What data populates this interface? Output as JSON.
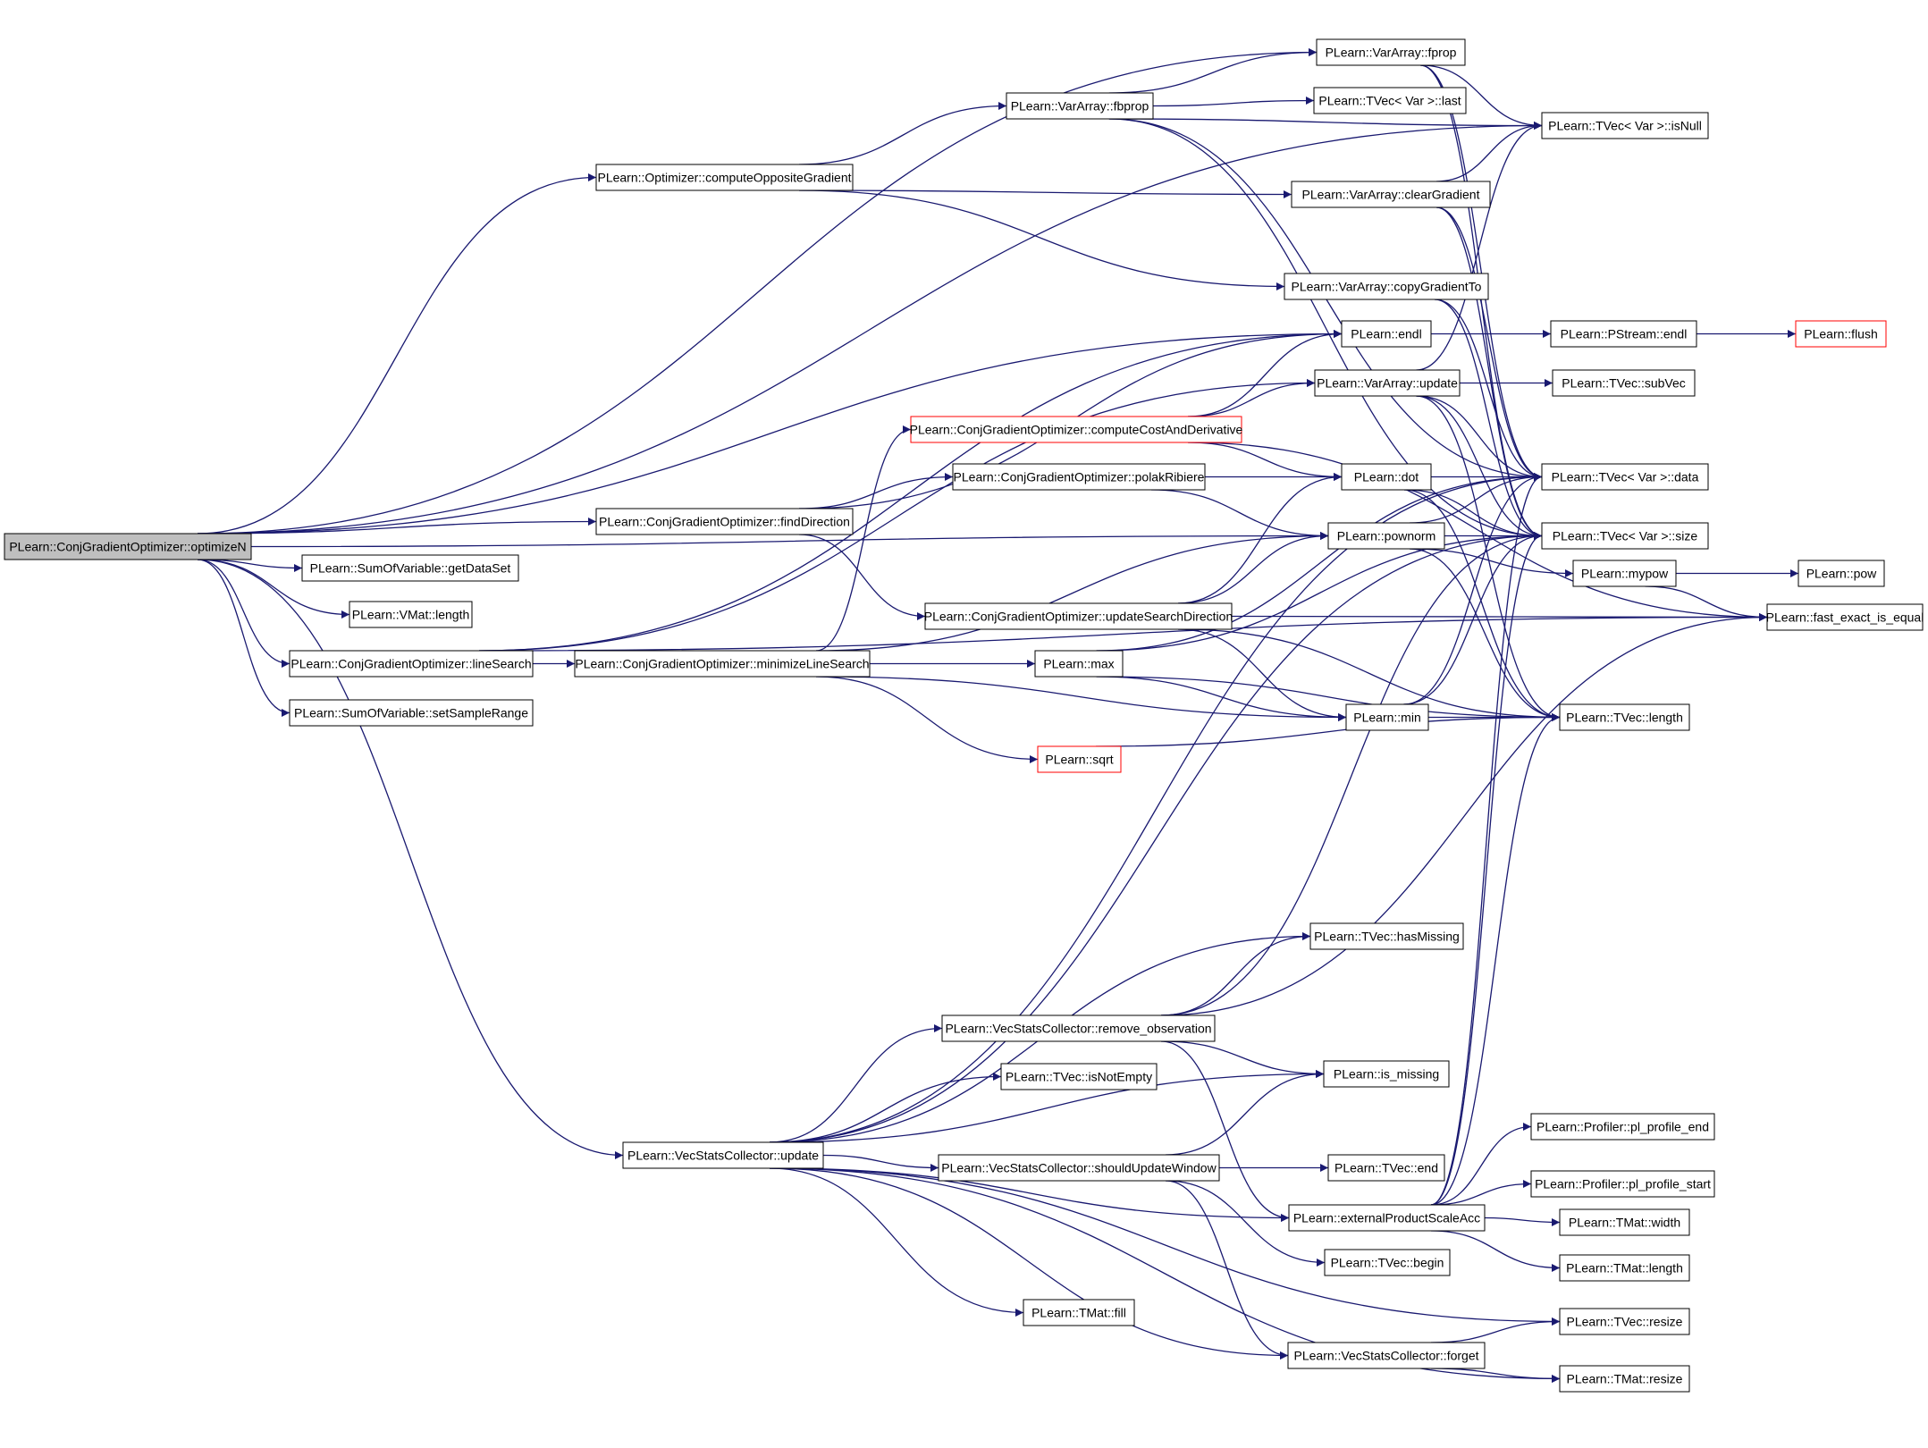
{
  "colors": {
    "edge": "#191970",
    "node_border": "#000000",
    "red_border": "#ff0000",
    "root_fill": "#bfbfbf",
    "background": "#ffffff"
  },
  "nodes": [
    {
      "id": "optimizeN",
      "label": "PLearn::ConjGradientOptimizer::optimizeN",
      "style": "root"
    },
    {
      "id": "computeOppositeGradient",
      "label": "PLearn::Optimizer::computeOppositeGradient"
    },
    {
      "id": "fbprop",
      "label": "PLearn::VarArray::fbprop"
    },
    {
      "id": "fprop",
      "label": "PLearn::VarArray::fprop"
    },
    {
      "id": "last",
      "label": "PLearn::TVec< Var >::last"
    },
    {
      "id": "isNull",
      "label": "PLearn::TVec< Var >::isNull"
    },
    {
      "id": "clearGradient",
      "label": "PLearn::VarArray::clearGradient"
    },
    {
      "id": "copyGradientTo",
      "label": "PLearn::VarArray::copyGradientTo"
    },
    {
      "id": "endl",
      "label": "PLearn::endl"
    },
    {
      "id": "pstream_endl",
      "label": "PLearn::PStream::endl"
    },
    {
      "id": "flush",
      "label": "PLearn::flush",
      "style": "red"
    },
    {
      "id": "vararray_update",
      "label": "PLearn::VarArray::update"
    },
    {
      "id": "subVec",
      "label": "PLearn::TVec::subVec"
    },
    {
      "id": "computeCostAndDerivative",
      "label": "PLearn::ConjGradientOptimizer::computeCostAndDerivative",
      "style": "red"
    },
    {
      "id": "polakRibiere",
      "label": "PLearn::ConjGradientOptimizer::polakRibiere"
    },
    {
      "id": "dot",
      "label": "PLearn::dot"
    },
    {
      "id": "data",
      "label": "PLearn::TVec< Var >::data"
    },
    {
      "id": "findDirection",
      "label": "PLearn::ConjGradientOptimizer::findDirection"
    },
    {
      "id": "pownorm",
      "label": "PLearn::pownorm"
    },
    {
      "id": "size",
      "label": "PLearn::TVec< Var >::size"
    },
    {
      "id": "getDataSet",
      "label": "PLearn::SumOfVariable::getDataSet"
    },
    {
      "id": "mypow",
      "label": "PLearn::mypow"
    },
    {
      "id": "pow",
      "label": "PLearn::pow"
    },
    {
      "id": "vmat_length",
      "label": "PLearn::VMat::length"
    },
    {
      "id": "updateSearchDirection",
      "label": "PLearn::ConjGradientOptimizer::updateSearchDirection"
    },
    {
      "id": "fast_exact_is_equal",
      "label": "PLearn::fast_exact_is_equal"
    },
    {
      "id": "lineSearch",
      "label": "PLearn::ConjGradientOptimizer::lineSearch"
    },
    {
      "id": "minimizeLineSearch",
      "label": "PLearn::ConjGradientOptimizer::minimizeLineSearch"
    },
    {
      "id": "max",
      "label": "PLearn::max"
    },
    {
      "id": "setSampleRange",
      "label": "PLearn::SumOfVariable::setSampleRange"
    },
    {
      "id": "min",
      "label": "PLearn::min"
    },
    {
      "id": "tvec_length",
      "label": "PLearn::TVec::length"
    },
    {
      "id": "sqrt",
      "label": "PLearn::sqrt",
      "style": "red"
    },
    {
      "id": "hasMissing",
      "label": "PLearn::TVec::hasMissing"
    },
    {
      "id": "remove_observation",
      "label": "PLearn::VecStatsCollector::remove_observation"
    },
    {
      "id": "isNotEmpty",
      "label": "PLearn::TVec::isNotEmpty"
    },
    {
      "id": "is_missing",
      "label": "PLearn::is_missing"
    },
    {
      "id": "pl_profile_end",
      "label": "PLearn::Profiler::pl_profile_end"
    },
    {
      "id": "vsc_update",
      "label": "PLearn::VecStatsCollector::update"
    },
    {
      "id": "shouldUpdateWindow",
      "label": "PLearn::VecStatsCollector::shouldUpdateWindow"
    },
    {
      "id": "tvec_end",
      "label": "PLearn::TVec::end"
    },
    {
      "id": "pl_profile_start",
      "label": "PLearn::Profiler::pl_profile_start"
    },
    {
      "id": "externalProductScaleAcc",
      "label": "PLearn::externalProductScaleAcc"
    },
    {
      "id": "tmat_width",
      "label": "PLearn::TMat::width"
    },
    {
      "id": "tvec_begin",
      "label": "PLearn::TVec::begin"
    },
    {
      "id": "tmat_length",
      "label": "PLearn::TMat::length"
    },
    {
      "id": "tmat_fill",
      "label": "PLearn::TMat::fill"
    },
    {
      "id": "tvec_resize",
      "label": "PLearn::TVec::resize"
    },
    {
      "id": "forget",
      "label": "PLearn::VecStatsCollector::forget"
    },
    {
      "id": "tmat_resize",
      "label": "PLearn::TMat::resize"
    }
  ],
  "edges": [
    [
      "optimizeN",
      "fprop"
    ],
    [
      "optimizeN",
      "isNull"
    ],
    [
      "optimizeN",
      "computeOppositeGradient"
    ],
    [
      "optimizeN",
      "endl"
    ],
    [
      "optimizeN",
      "pownorm"
    ],
    [
      "optimizeN",
      "findDirection"
    ],
    [
      "optimizeN",
      "getDataSet"
    ],
    [
      "optimizeN",
      "vmat_length"
    ],
    [
      "optimizeN",
      "lineSearch"
    ],
    [
      "optimizeN",
      "setSampleRange"
    ],
    [
      "optimizeN",
      "vsc_update"
    ],
    [
      "computeOppositeGradient",
      "fbprop"
    ],
    [
      "computeOppositeGradient",
      "clearGradient"
    ],
    [
      "computeOppositeGradient",
      "copyGradientTo"
    ],
    [
      "fbprop",
      "fprop"
    ],
    [
      "fbprop",
      "last"
    ],
    [
      "fbprop",
      "isNull"
    ],
    [
      "fbprop",
      "data"
    ],
    [
      "fbprop",
      "size"
    ],
    [
      "fprop",
      "isNull"
    ],
    [
      "fprop",
      "data"
    ],
    [
      "fprop",
      "size"
    ],
    [
      "clearGradient",
      "isNull"
    ],
    [
      "clearGradient",
      "data"
    ],
    [
      "clearGradient",
      "size"
    ],
    [
      "copyGradientTo",
      "data"
    ],
    [
      "copyGradientTo",
      "size"
    ],
    [
      "endl",
      "pstream_endl"
    ],
    [
      "pstream_endl",
      "flush"
    ],
    [
      "vararray_update",
      "isNull"
    ],
    [
      "vararray_update",
      "subVec"
    ],
    [
      "vararray_update",
      "data"
    ],
    [
      "vararray_update",
      "size"
    ],
    [
      "vararray_update",
      "tvec_length"
    ],
    [
      "computeCostAndDerivative",
      "endl"
    ],
    [
      "computeCostAndDerivative",
      "vararray_update"
    ],
    [
      "computeCostAndDerivative",
      "fast_exact_is_equal"
    ],
    [
      "computeCostAndDerivative",
      "dot"
    ],
    [
      "polakRibiere",
      "dot"
    ],
    [
      "polakRibiere",
      "pownorm"
    ],
    [
      "dot",
      "data"
    ],
    [
      "dot",
      "size"
    ],
    [
      "dot",
      "tvec_length"
    ],
    [
      "findDirection",
      "endl"
    ],
    [
      "findDirection",
      "polakRibiere"
    ],
    [
      "findDirection",
      "updateSearchDirection"
    ],
    [
      "pownorm",
      "data"
    ],
    [
      "pownorm",
      "size"
    ],
    [
      "pownorm",
      "mypow"
    ],
    [
      "pownorm",
      "tvec_length"
    ],
    [
      "mypow",
      "pow"
    ],
    [
      "mypow",
      "fast_exact_is_equal"
    ],
    [
      "updateSearchDirection",
      "dot"
    ],
    [
      "updateSearchDirection",
      "pownorm"
    ],
    [
      "updateSearchDirection",
      "fast_exact_is_equal"
    ],
    [
      "updateSearchDirection",
      "min"
    ],
    [
      "updateSearchDirection",
      "tvec_length"
    ],
    [
      "lineSearch",
      "endl"
    ],
    [
      "lineSearch",
      "vararray_update"
    ],
    [
      "lineSearch",
      "minimizeLineSearch"
    ],
    [
      "lineSearch",
      "fast_exact_is_equal"
    ],
    [
      "minimizeLineSearch",
      "computeCostAndDerivative"
    ],
    [
      "minimizeLineSearch",
      "pownorm"
    ],
    [
      "minimizeLineSearch",
      "max"
    ],
    [
      "minimizeLineSearch",
      "min"
    ],
    [
      "minimizeLineSearch",
      "sqrt"
    ],
    [
      "max",
      "data"
    ],
    [
      "max",
      "size"
    ],
    [
      "max",
      "min"
    ],
    [
      "max",
      "tvec_length"
    ],
    [
      "min",
      "data"
    ],
    [
      "min",
      "size"
    ],
    [
      "min",
      "tvec_length"
    ],
    [
      "sqrt",
      "tvec_length"
    ],
    [
      "remove_observation",
      "hasMissing"
    ],
    [
      "remove_observation",
      "size"
    ],
    [
      "remove_observation",
      "fast_exact_is_equal"
    ],
    [
      "remove_observation",
      "is_missing"
    ],
    [
      "remove_observation",
      "externalProductScaleAcc"
    ],
    [
      "vsc_update",
      "data"
    ],
    [
      "vsc_update",
      "hasMissing"
    ],
    [
      "vsc_update",
      "remove_observation"
    ],
    [
      "vsc_update",
      "isNotEmpty"
    ],
    [
      "vsc_update",
      "is_missing"
    ],
    [
      "vsc_update",
      "shouldUpdateWindow"
    ],
    [
      "vsc_update",
      "externalProductScaleAcc"
    ],
    [
      "vsc_update",
      "tvec_resize"
    ],
    [
      "vsc_update",
      "tmat_fill"
    ],
    [
      "vsc_update",
      "forget"
    ],
    [
      "vsc_update",
      "tmat_resize"
    ],
    [
      "vsc_update",
      "size"
    ],
    [
      "shouldUpdateWindow",
      "is_missing"
    ],
    [
      "shouldUpdateWindow",
      "tvec_end"
    ],
    [
      "shouldUpdateWindow",
      "tvec_begin"
    ],
    [
      "shouldUpdateWindow",
      "forget"
    ],
    [
      "externalProductScaleAcc",
      "data"
    ],
    [
      "externalProductScaleAcc",
      "size"
    ],
    [
      "externalProductScaleAcc",
      "tvec_length"
    ],
    [
      "externalProductScaleAcc",
      "pl_profile_end"
    ],
    [
      "externalProductScaleAcc",
      "pl_profile_start"
    ],
    [
      "externalProductScaleAcc",
      "tmat_width"
    ],
    [
      "externalProductScaleAcc",
      "tmat_length"
    ],
    [
      "forget",
      "tvec_resize"
    ],
    [
      "forget",
      "tmat_resize"
    ]
  ]
}
